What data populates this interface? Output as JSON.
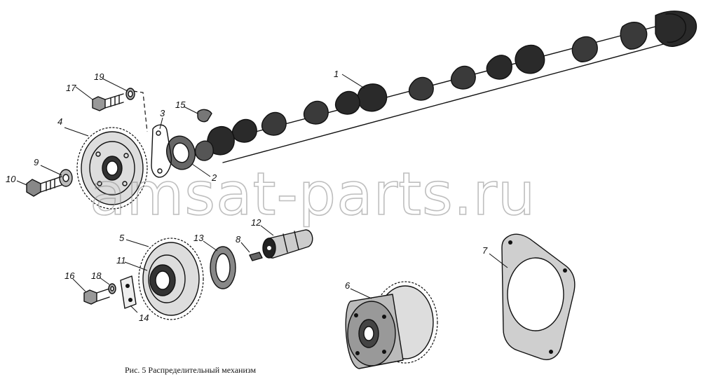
{
  "caption": "Рис. 5 Распределительный механизм",
  "watermark": "amsat-parts.ru",
  "callouts": [
    "1",
    "2",
    "3",
    "4",
    "5",
    "6",
    "7",
    "8",
    "9",
    "10",
    "11",
    "12",
    "13",
    "14",
    "15",
    "16",
    "17",
    "18",
    "19"
  ],
  "parts": {
    "camshaft": "1",
    "thrust_washer": "2",
    "thrust_flange": "3",
    "camshaft_gear": "4",
    "intermediate_gear": "5",
    "pump_drive_gear": "6",
    "gasket": "7",
    "pin": "8",
    "washer": "9",
    "bolt": "10",
    "bushing": "11",
    "axle": "12",
    "thrust_washer_axle": "13",
    "locking_plate": "14",
    "key": "15",
    "bolt_short": "16",
    "bolt_flange": "17",
    "washer_small": "18",
    "washer_lock": "19"
  },
  "colors": {
    "ink": "#111111",
    "paper": "#ffffff",
    "watermark": "#8a8a8a"
  }
}
